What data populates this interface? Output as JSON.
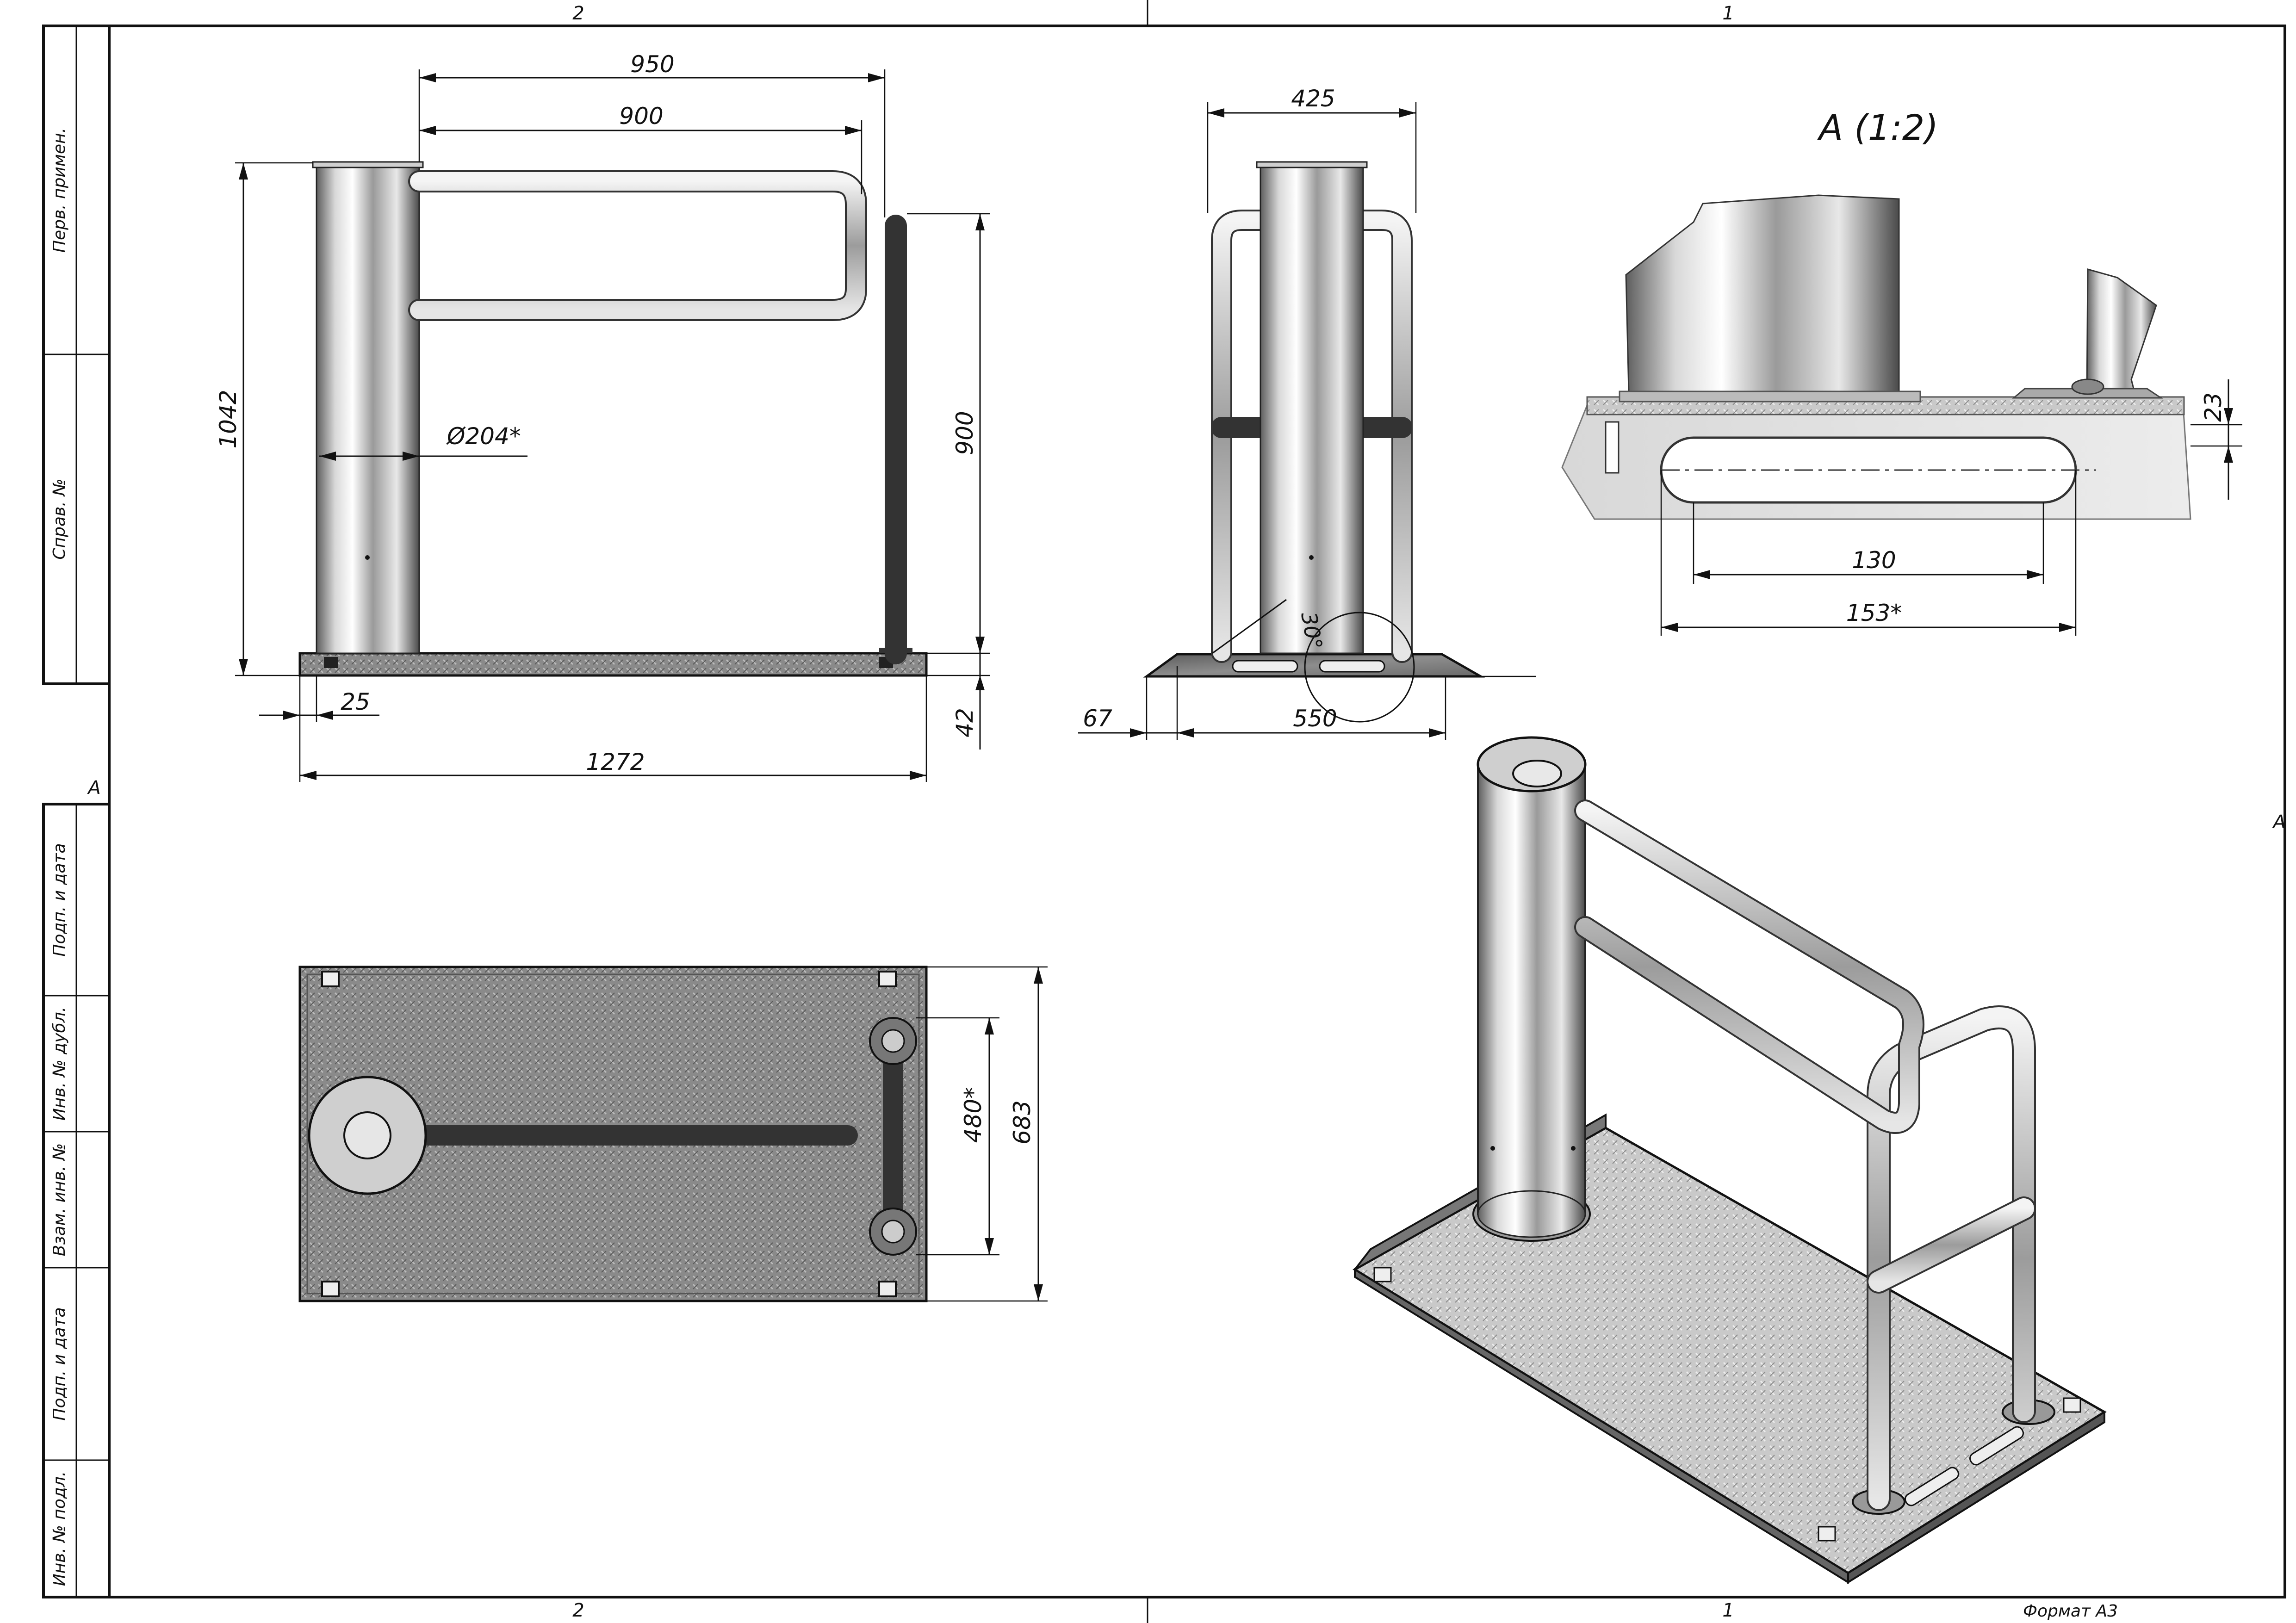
{
  "sheet": {
    "zone_top_left": "2",
    "zone_top_right": "1",
    "zone_bottom_left": "2",
    "zone_bottom_right": "1",
    "zone_row_left": "A",
    "zone_row_right": "A",
    "format_label": "Формат А3"
  },
  "side_stamps": [
    "Перв. примен.",
    "Справ. №",
    "Подп. и дата",
    "Инв. № дубл.",
    "Взам. инв. №",
    "Подп. и дата",
    "Инв. № подл."
  ],
  "front_view": {
    "dim_overall_arm": "950",
    "dim_arm": "900",
    "dim_height": "1042",
    "dim_post_height": "900",
    "dim_diameter": "Ø204*",
    "dim_edge": "25",
    "dim_plate_thickness": "42",
    "dim_plate_length": "1272"
  },
  "side_view": {
    "dim_width": "425",
    "dim_angle": "30°",
    "dim_ramp": "67",
    "dim_base": "550"
  },
  "detail": {
    "title": "A (1:2)",
    "dim_depth": "23",
    "dim_slot_inner": "130",
    "dim_slot_outer": "153*"
  },
  "top_view": {
    "dim_post_spacing": "480*",
    "dim_plate_width": "683"
  },
  "colors": {
    "line": "#111111",
    "steel_light": "#f2f2f2",
    "steel_dark": "#6d6d6d",
    "plate": "#8a8a8a"
  }
}
